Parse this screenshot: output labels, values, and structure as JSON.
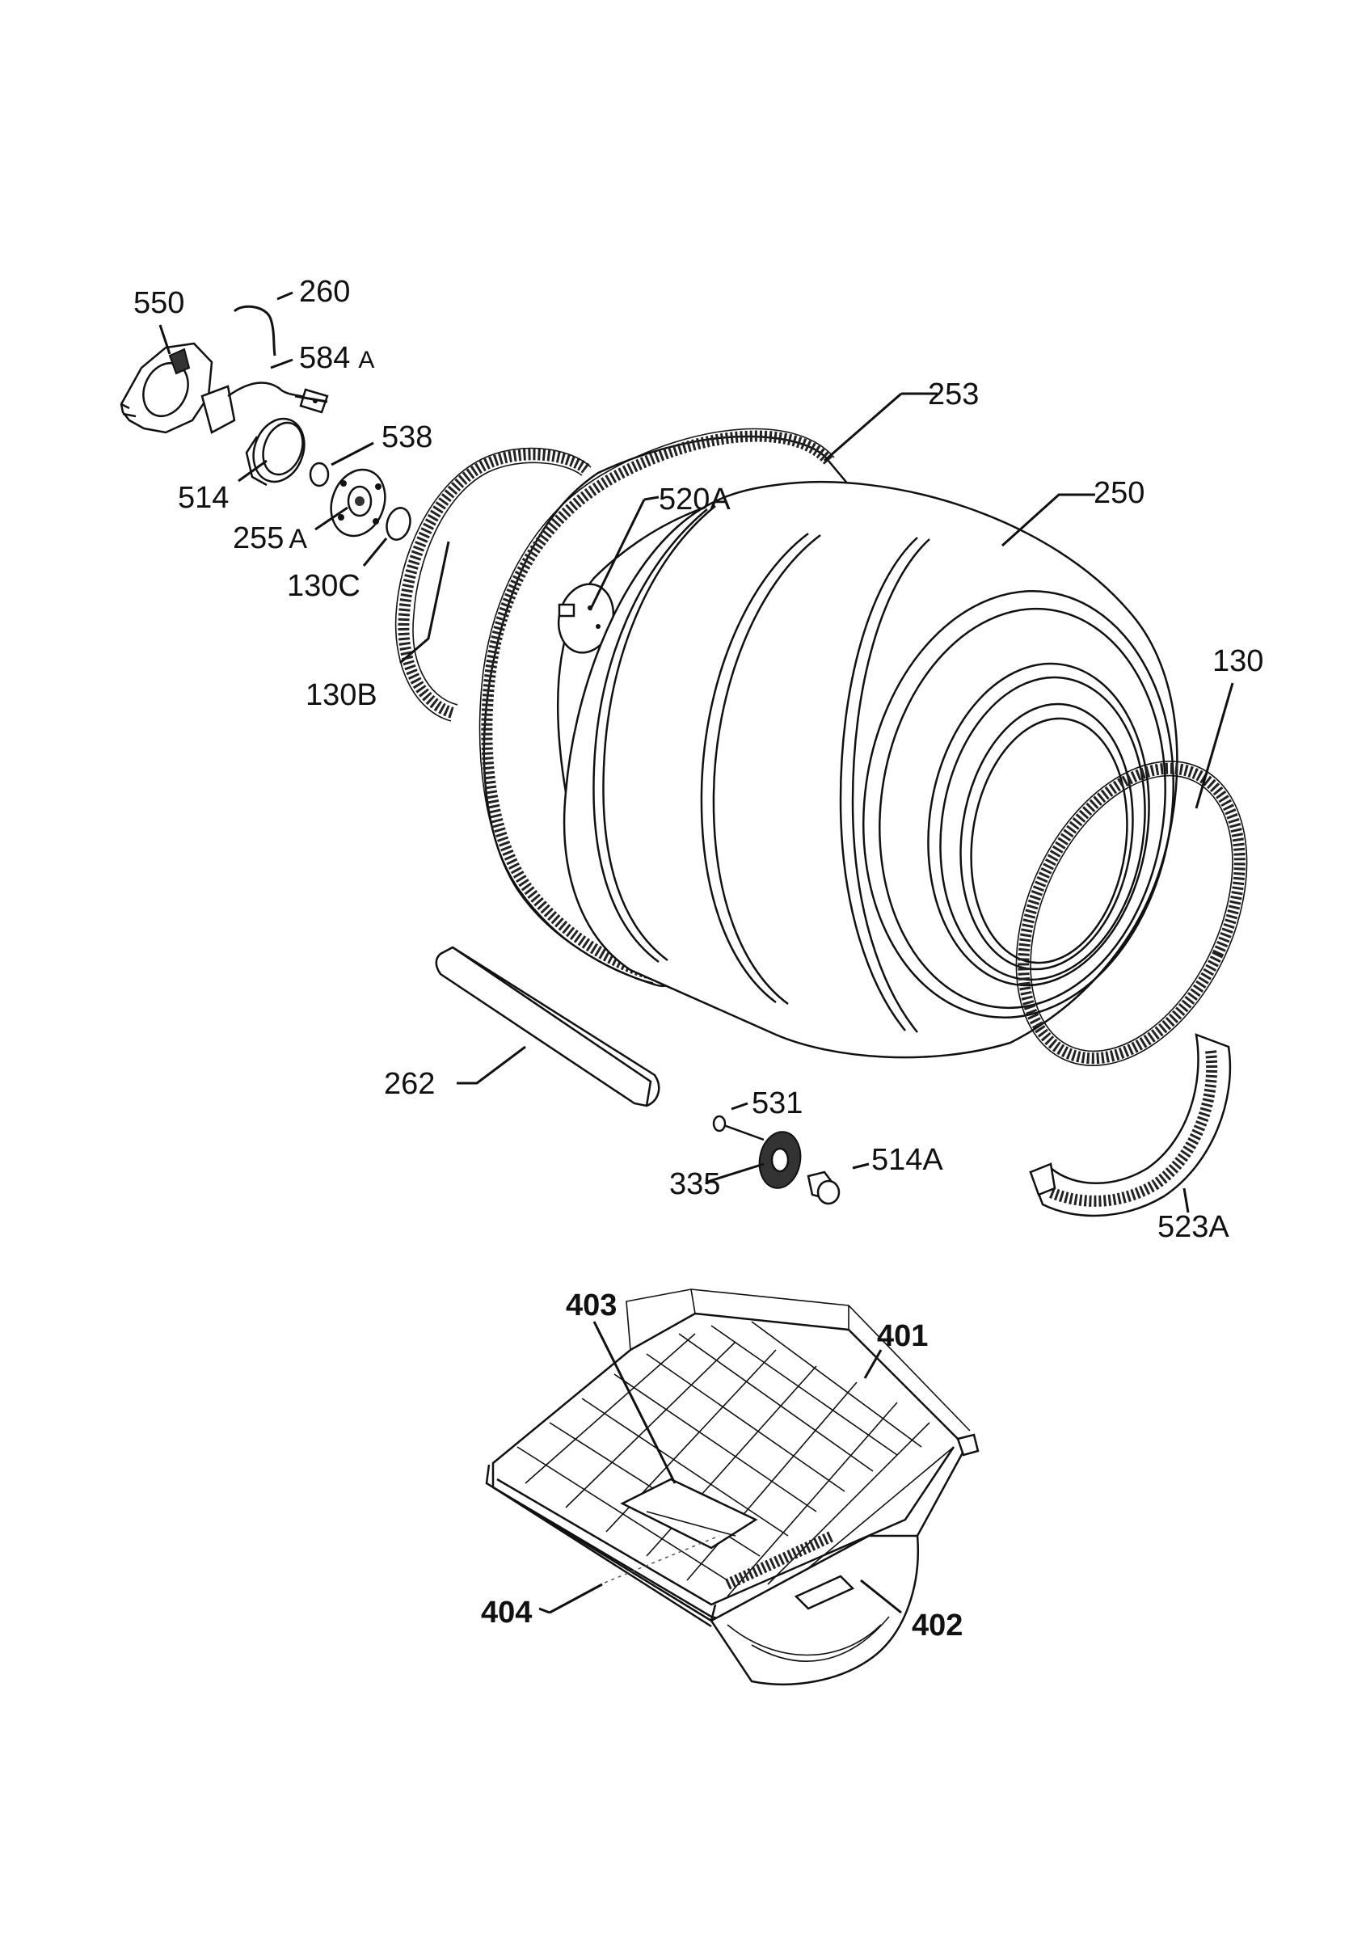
{
  "labels": {
    "l550": "550",
    "l260": "260",
    "l584a_num": "584",
    "l584a_suffix": "A",
    "l538": "538",
    "l514": "514",
    "l255a_num": "255",
    "l255a_suffix": "A",
    "l130c": "130C",
    "l130b": "130B",
    "l253": "253",
    "l520a": "520A",
    "l250": "250",
    "l130": "130",
    "l262": "262",
    "l531": "531",
    "l335": "335",
    "l514a": "514A",
    "l523a": "523A",
    "l403": "403",
    "l401": "401",
    "l404": "404",
    "l402": "402"
  },
  "colors": {
    "line": "#111111",
    "background": "#ffffff"
  }
}
